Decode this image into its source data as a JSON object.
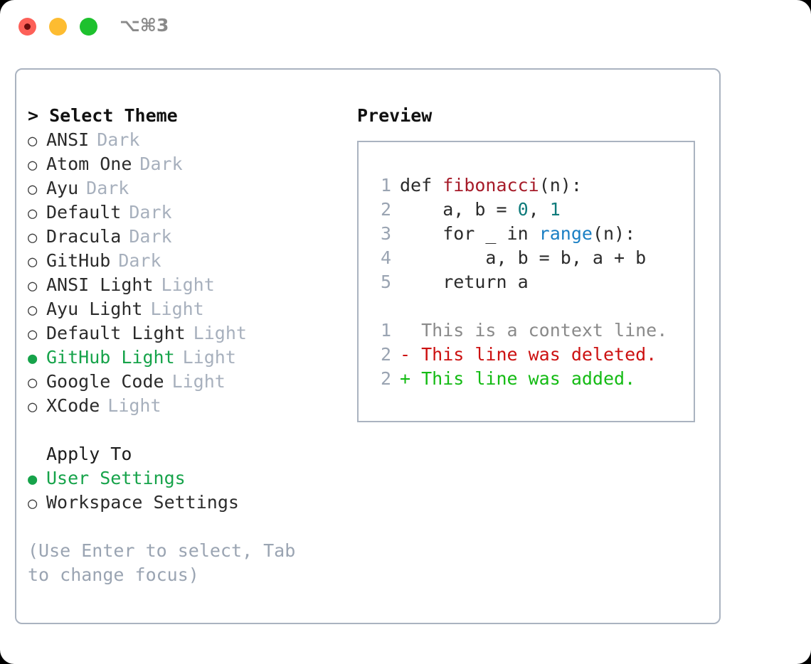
{
  "titlebar": {
    "shortcut": "⌥⌘3",
    "lights": [
      "close-red",
      "minimize-yellow",
      "maximize-green"
    ]
  },
  "theme_picker": {
    "header": "> Select Theme",
    "items": [
      {
        "marker": "○",
        "name": "ANSI",
        "tag": "Dark",
        "selected": false
      },
      {
        "marker": "○",
        "name": "Atom One",
        "tag": "Dark",
        "selected": false
      },
      {
        "marker": "○",
        "name": "Ayu",
        "tag": "Dark",
        "selected": false
      },
      {
        "marker": "○",
        "name": "Default",
        "tag": "Dark",
        "selected": false
      },
      {
        "marker": "○",
        "name": "Dracula",
        "tag": "Dark",
        "selected": false
      },
      {
        "marker": "○",
        "name": "GitHub",
        "tag": "Dark",
        "selected": false
      },
      {
        "marker": "○",
        "name": "ANSI Light",
        "tag": "Light",
        "selected": false
      },
      {
        "marker": "○",
        "name": "Ayu Light",
        "tag": "Light",
        "selected": false
      },
      {
        "marker": "○",
        "name": "Default Light",
        "tag": "Light",
        "selected": false
      },
      {
        "marker": "●",
        "name": "GitHub Light",
        "tag": "Light",
        "selected": true
      },
      {
        "marker": "○",
        "name": "Google Code",
        "tag": "Light",
        "selected": false
      },
      {
        "marker": "○",
        "name": "XCode",
        "tag": "Light",
        "selected": false
      }
    ]
  },
  "apply_to": {
    "header": "Apply To",
    "options": [
      {
        "marker": "●",
        "label": "User Settings",
        "selected": true
      },
      {
        "marker": "○",
        "label": "Workspace Settings",
        "selected": false
      }
    ]
  },
  "hint": "(Use Enter to select, Tab to change focus)",
  "preview": {
    "title": "Preview",
    "code_lines": [
      {
        "no": "1",
        "tokens": [
          {
            "t": "def ",
            "c": "kw"
          },
          {
            "t": "fibonacci",
            "c": "fn"
          },
          {
            "t": "(n):",
            "c": "plain"
          }
        ]
      },
      {
        "no": "2",
        "tokens": [
          {
            "t": "    a, b = ",
            "c": "plain"
          },
          {
            "t": "0",
            "c": "num"
          },
          {
            "t": ", ",
            "c": "plain"
          },
          {
            "t": "1",
            "c": "num"
          }
        ]
      },
      {
        "no": "3",
        "tokens": [
          {
            "t": "    for _ in ",
            "c": "plain"
          },
          {
            "t": "range",
            "c": "builtin"
          },
          {
            "t": "(n):",
            "c": "plain"
          }
        ]
      },
      {
        "no": "4",
        "tokens": [
          {
            "t": "        a, b = b, a + b",
            "c": "plain"
          }
        ]
      },
      {
        "no": "5",
        "tokens": [
          {
            "t": "    return a",
            "c": "plain"
          }
        ]
      }
    ],
    "diff_lines": [
      {
        "no": "1",
        "sign": "  ",
        "text": "This is a context line.",
        "kind": "ctx"
      },
      {
        "no": "2",
        "sign": "- ",
        "text": "This line was deleted.",
        "kind": "del"
      },
      {
        "no": "2",
        "sign": "+ ",
        "text": "This line was added.",
        "kind": "add"
      }
    ]
  },
  "colors": {
    "accent_green": "#16a34a",
    "border": "#aab3c0",
    "muted": "#a7b0bd",
    "diff_add": "#14bb14",
    "diff_del": "#cc1111",
    "syntax_function": "#a61b29",
    "syntax_number": "#0f7b7b",
    "syntax_builtin": "#1a7fc4"
  }
}
